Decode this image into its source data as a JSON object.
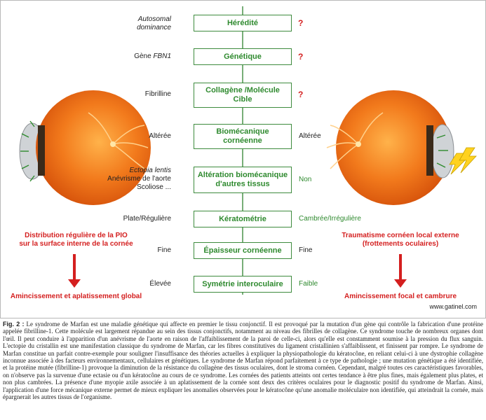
{
  "colors": {
    "green": "#3e8b3e",
    "red": "#d41f1f",
    "eye_orange": "#f06a12"
  },
  "rows": [
    {
      "box": "Hérédité",
      "left": "Autosomal",
      "left_italic": true,
      "left_line2": "dominance",
      "right": "?",
      "right_type": "qmark"
    },
    {
      "box": "Génétique",
      "left": "Gène ",
      "left_italic_part": "FBN1",
      "right": "?",
      "right_type": "qmark"
    },
    {
      "box_line1": "Collagène /Molécule",
      "box_line2": "Cible",
      "left": "Fibrilline",
      "right": "?",
      "right_type": "qmark"
    },
    {
      "box_line1": "Biomécanique",
      "box_line2": "cornéenne",
      "left": "Altérée",
      "right": "Altérée",
      "right_type": "dark"
    },
    {
      "box_line1": "Altération biomécanique",
      "box_line2": "d'autres tissus",
      "left_line1": "Ectopia lentis",
      "left_line2": "Anévrisme de l'aorte",
      "left_line3": "Scoliose ...",
      "right": "Non",
      "right_type": "green"
    },
    {
      "box": "Kératométrie",
      "left": "Plate/Régulière",
      "right": "Cambrée/Irrégulière",
      "right_type": "green"
    },
    {
      "box": "Épaisseur cornéenne",
      "left": "Fine",
      "right": "Fine",
      "right_type": "dark"
    },
    {
      "box": "Symétrie interoculaire",
      "left": "Élevée",
      "right": "Faible",
      "right_type": "green"
    }
  ],
  "left_panel": {
    "title_line1": "Distribution régulière de la PIO",
    "title_line2": "sur la surface interne de la cornée",
    "result": "Amincissement et aplatissement global"
  },
  "right_panel": {
    "title_line1": "Traumatisme cornéen local externe",
    "title_line2": "(frottements oculaires)",
    "result": "Amincissement focal et cambrure"
  },
  "credit": "www.gatinel.com",
  "caption": {
    "label": "Fig. 2 :",
    "text": "Le syndrome de Marfan est une maladie génétique qui affecte en premier le tissu conjonctif. Il est provoqué par la mutation d'un gène qui contrôle la fabrication d'une protéine appelée fibrilline-1. Cette molécule est largement répandue au sein des tissus conjonctifs, notamment au niveau des fibrilles de collagène. Ce syndrome touche de nombreux organes dont l'œil. Il peut conduire à l'apparition d'un anévrisme de l'aorte en raison de l'affaiblissement de la paroi de celle-ci, alors qu'elle est constamment soumise à la pression du flux sanguin. L'ectopie du cristallin est une manifestation classique du syndrome de Marfan, car les fibres constitutives du ligament cristallinien s'affaiblissent, et finissent par rompre. Le syndrome de Marfan constitue un parfait contre-exemple pour souligner l'insuffisance des théories actuelles à expliquer la physiopathologie du kératocône, en reliant celui-ci à une dystrophie collagène inconnue associée à des facteurs environnementaux, cellulaires et génétiques. Le syndrome de Marfan répond parfaitement à ce type de pathologie ; une mutation génétique a été identifiée, et la protéine mutée (fibrilline-1) provoque la diminution de la résistance du collagène des tissus oculaires, dont le stroma cornéen. Cependant, malgré toutes ces caractéristiques favorables, on n'observe pas la survenue d'une ectasie ou d'un kératocône au cours de ce syndrome. Les cornées des patients atteints ont certes tendance à être plus fines, mais également plus plates, et non plus cambrées. La présence d'une myopie axile associée à un aplatissement de la cornée sont deux des critères oculaires pour le diagnostic positif du syndrome de Marfan. Ainsi, l'application d'une force mécanique externe permet de mieux expliquer les anomalies observées pour le kératocône qu'une anomalie moléculaire non identifiée, qui atteindrait la cornée, mais épargnerait les autres tissus de l'organisme."
  }
}
